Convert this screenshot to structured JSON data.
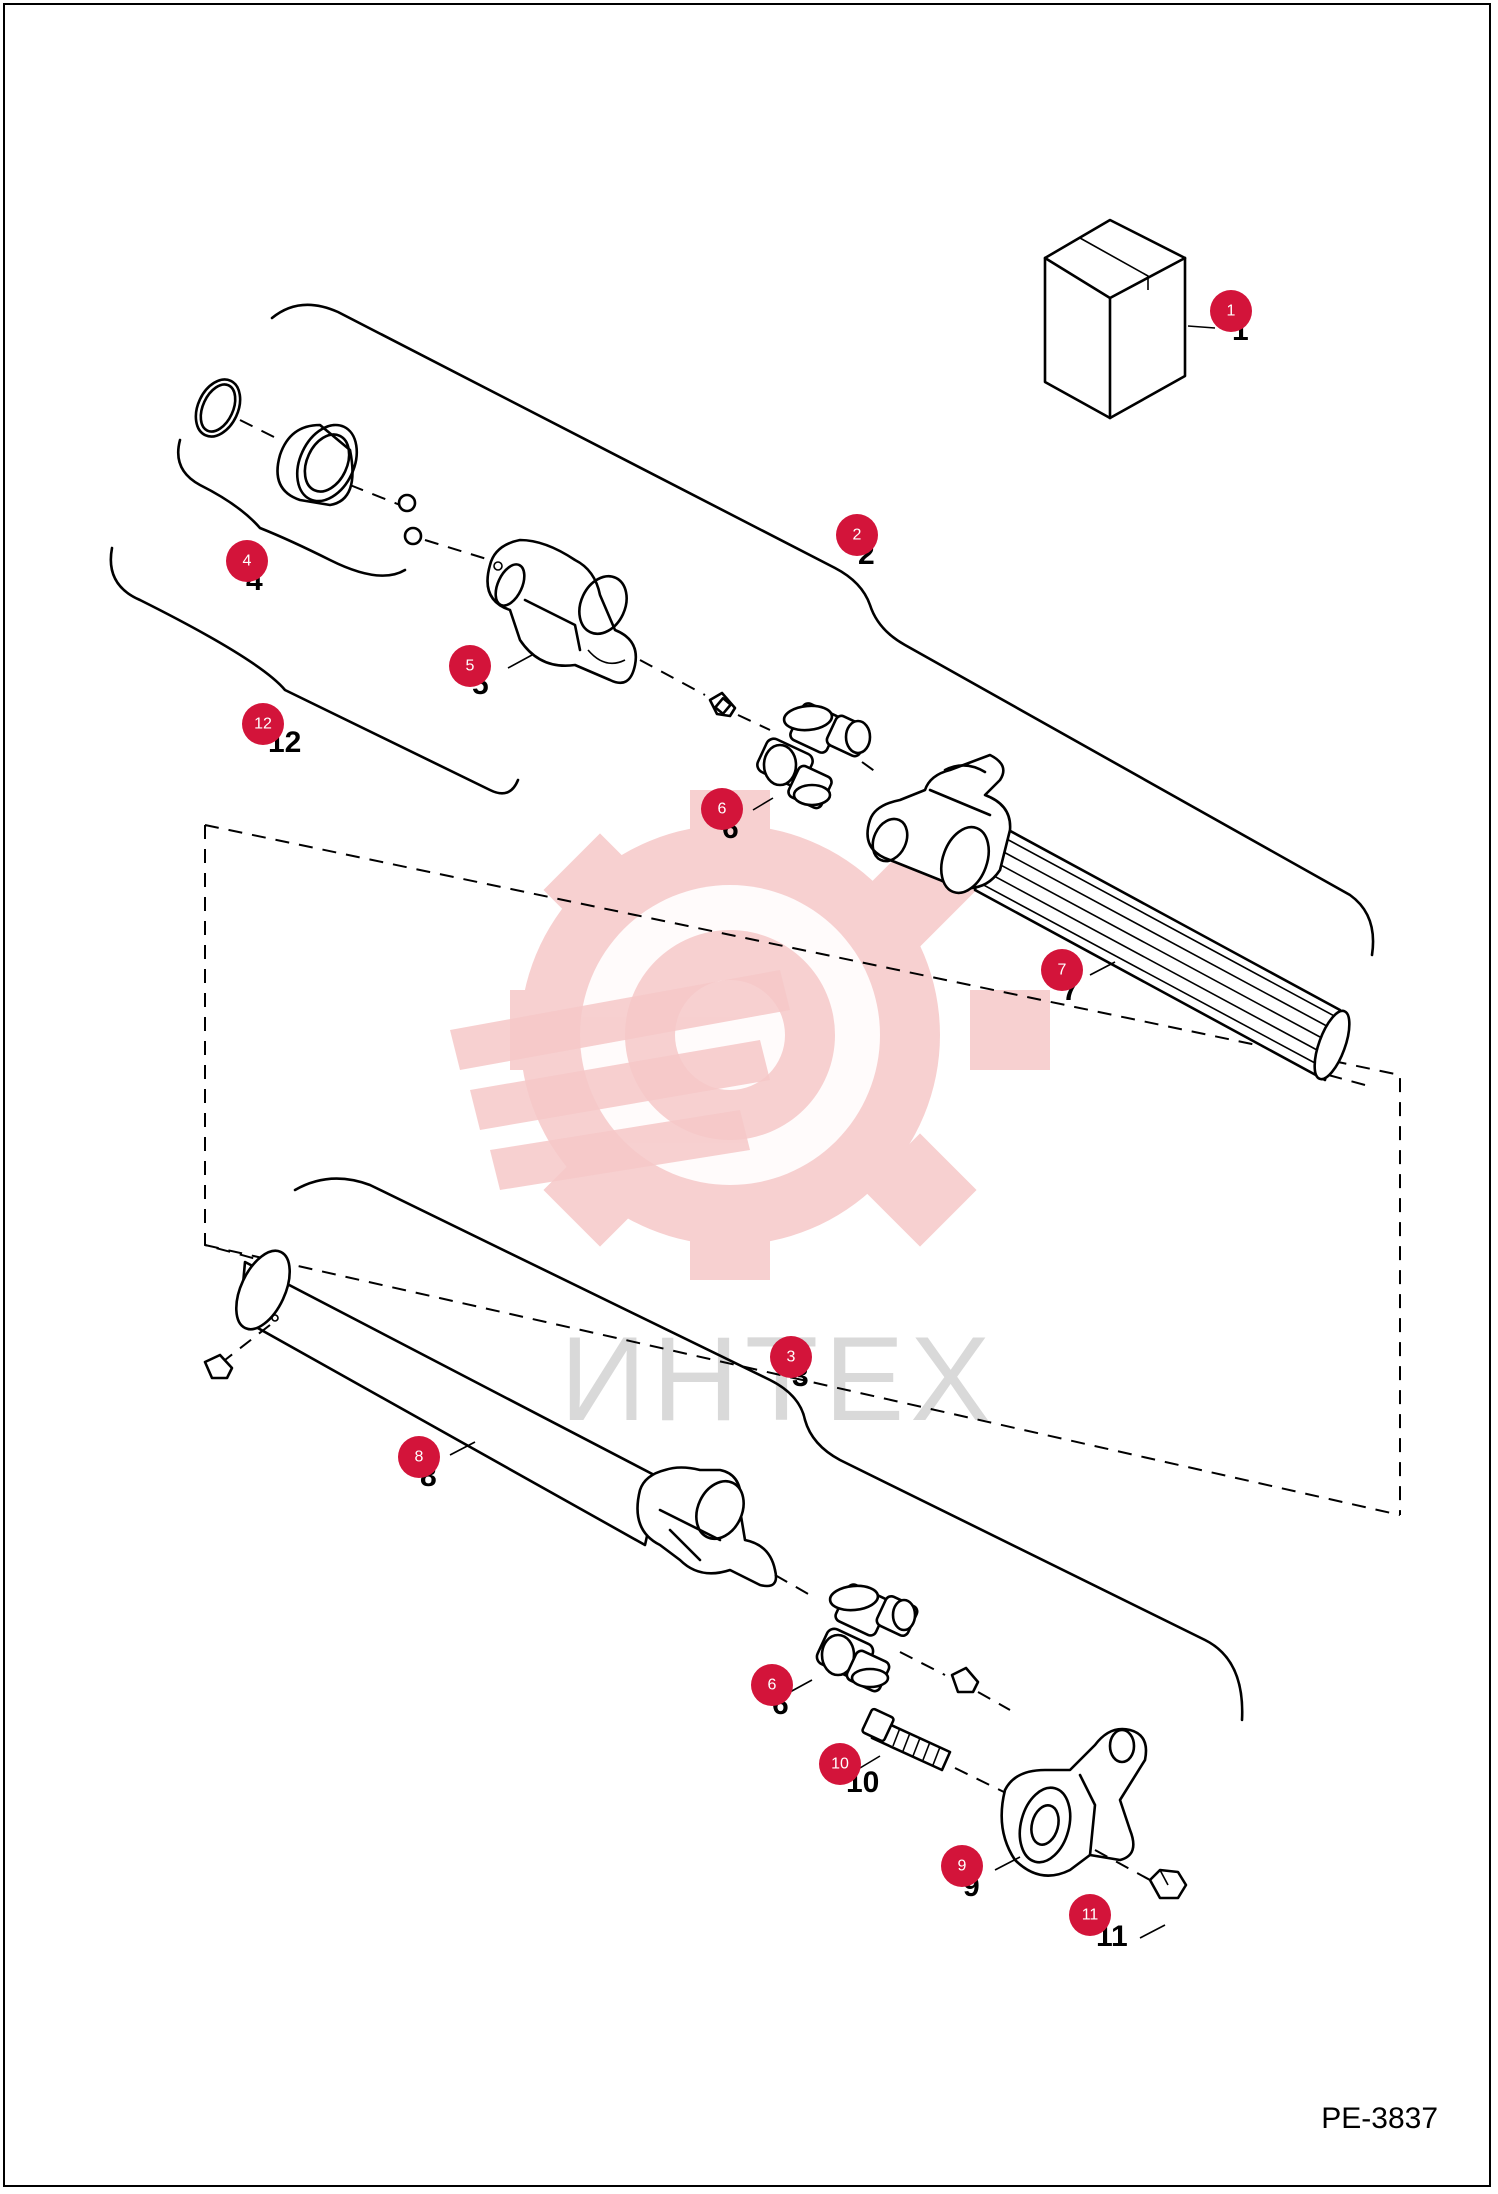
{
  "drawing_code": "PE-3837",
  "watermark_text": "ИНТЕХ",
  "callouts": [
    {
      "id": "c1",
      "number": "1"
    },
    {
      "id": "c2",
      "number": "2"
    },
    {
      "id": "c3",
      "number": "3"
    },
    {
      "id": "c4",
      "number": "4"
    },
    {
      "id": "c5",
      "number": "5"
    },
    {
      "id": "c6a",
      "number": "6"
    },
    {
      "id": "c6b",
      "number": "6"
    },
    {
      "id": "c7",
      "number": "7"
    },
    {
      "id": "c8",
      "number": "8"
    },
    {
      "id": "c9",
      "number": "9"
    },
    {
      "id": "c10",
      "number": "10"
    },
    {
      "id": "c11",
      "number": "11"
    },
    {
      "id": "c12",
      "number": "12"
    }
  ],
  "colors": {
    "badge": "#d3143a",
    "watermark": "#f6c8c8",
    "line": "#000000"
  }
}
